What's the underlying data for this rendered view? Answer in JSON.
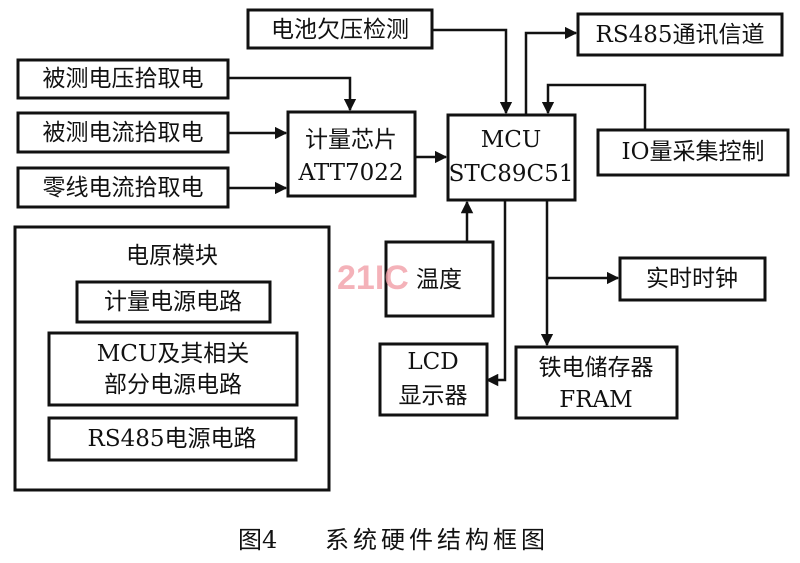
{
  "diagram": {
    "battery": "电池欠压检测",
    "rs485": "RS485通讯信道",
    "voltage_pickup": "被测电压拾取电",
    "current_pickup": "被测电流拾取电",
    "neutral_pickup": "零线电流拾取电",
    "meter_chip": {
      "line1": "计量芯片",
      "line2": "ATT7022"
    },
    "mcu": {
      "line1": "MCU",
      "line2": "STC89C51"
    },
    "io": "IO量采集控制",
    "power_module": {
      "title": "电原模块",
      "meter_power": "计量电源电路",
      "mcu_power": {
        "line1": "MCU及其相关",
        "line2": "部分电源电路"
      },
      "rs485_power": "RS485电源电路"
    },
    "temperature": "温度",
    "rtc": "实时时钟",
    "lcd": {
      "line1": "LCD",
      "line2": "显示器"
    },
    "fram": {
      "line1": "铁电储存器",
      "line2": "FRAM"
    }
  },
  "watermark": "21IC",
  "caption": {
    "figure": "图4",
    "title": "系统硬件结构框图"
  }
}
